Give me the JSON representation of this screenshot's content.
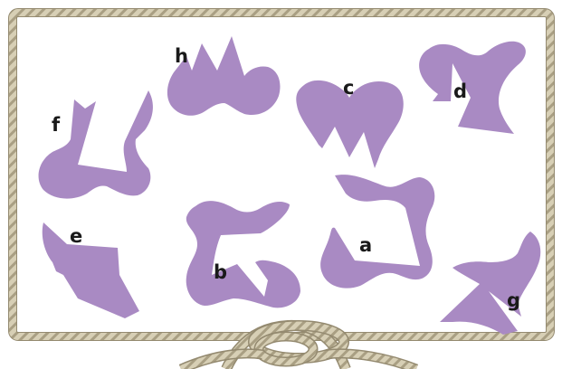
{
  "colors": {
    "shape": "#a98ac3",
    "rope": "#c9c1a7",
    "rope_dark": "#9c9277",
    "board": "#ffffff"
  },
  "shapes": [
    {
      "id": "h",
      "label": "h"
    },
    {
      "id": "c",
      "label": "c"
    },
    {
      "id": "d",
      "label": "d"
    },
    {
      "id": "f",
      "label": "f"
    },
    {
      "id": "e",
      "label": "e"
    },
    {
      "id": "b",
      "label": "b"
    },
    {
      "id": "a",
      "label": "a"
    },
    {
      "id": "g",
      "label": "g"
    }
  ]
}
